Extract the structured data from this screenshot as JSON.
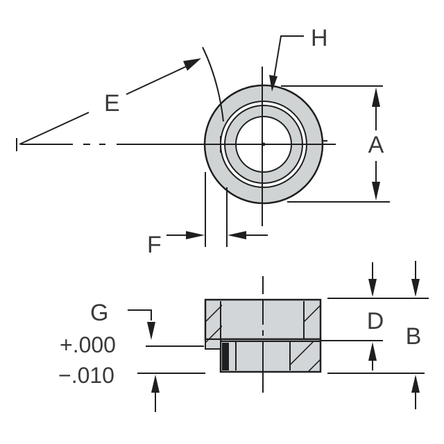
{
  "labels": {
    "A": "A",
    "B": "B",
    "D": "D",
    "E": "E",
    "F": "F",
    "G": "G",
    "H": "H"
  },
  "tolerance": {
    "plus": "+.000",
    "minus": "−.010"
  },
  "colors": {
    "line": "#1f1f1f",
    "ring_fill": "#cfd3d4",
    "section_fill": "#d3d6d8",
    "text": "#3a3a3a"
  }
}
